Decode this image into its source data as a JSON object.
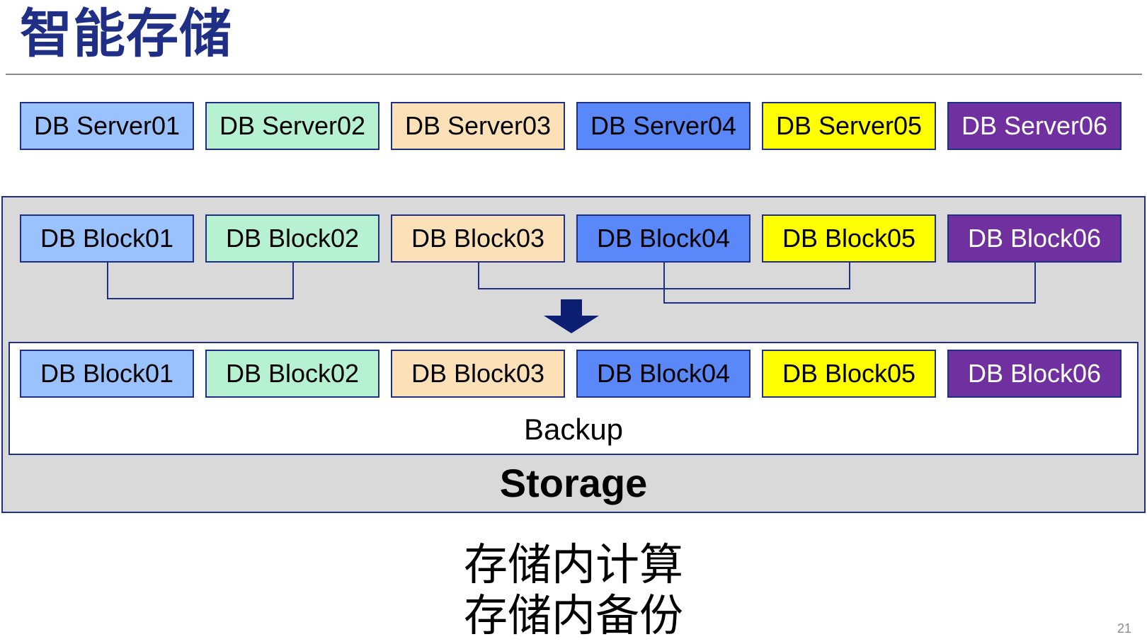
{
  "title": "智能存储",
  "servers": [
    "DB Server01",
    "DB Server02",
    "DB Server03",
    "DB Server04",
    "DB Server05",
    "DB Server06"
  ],
  "storage": {
    "label": "Storage",
    "blocks": [
      "DB Block01",
      "DB Block02",
      "DB Block03",
      "DB Block04",
      "DB Block05",
      "DB Block06"
    ],
    "backup": {
      "label": "Backup",
      "blocks": [
        "DB Block01",
        "DB Block02",
        "DB Block03",
        "DB Block04",
        "DB Block05",
        "DB Block06"
      ]
    }
  },
  "caption": {
    "line1": "存储内计算",
    "line2": "存储内备份"
  },
  "page_number": "21",
  "colors": {
    "title": "#1f2f86",
    "border": "#1f2f86",
    "block1": "#99c2ff",
    "block2": "#b6f2d2",
    "block3": "#fbe0b8",
    "block4": "#5a88f8",
    "block5": "#ffff00",
    "block6": "#7030a0",
    "storage_bg": "#d9d9d9",
    "arrow": "#0d1f73"
  }
}
